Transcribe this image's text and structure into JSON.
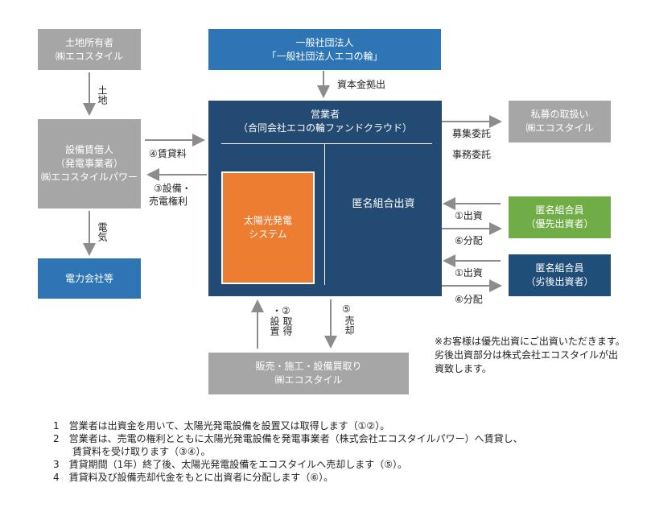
{
  "landowner": {
    "line1": "土地所有者",
    "line2": "㈱エコスタイル"
  },
  "association": {
    "line1": "一般社団法人",
    "line2": "「一般社団法人エコの輪」"
  },
  "lessee": {
    "line1": "設備賃借人",
    "line2": "（発電事業者）",
    "line3": "㈱エコスタイルパワー"
  },
  "power_company": {
    "label": "電力会社等"
  },
  "operator": {
    "title": "営業者",
    "subtitle": "（合同会社エコの輪ファンドクラウド）",
    "anonymous": "匿名組合出資"
  },
  "solar": {
    "line1": "太陽光発電",
    "line2": "システム"
  },
  "private": {
    "line1": "私募の取扱い",
    "line2": "㈱エコスタイル"
  },
  "member_priority": {
    "line1": "匿名組合員",
    "line2": "（優先出資者）"
  },
  "member_subordinate": {
    "line1": "匿名組合員",
    "line2": "（劣後出資者）"
  },
  "sales": {
    "line1": "販売・施工・設備買取り",
    "line2": "㈱エコスタイル"
  },
  "labels": {
    "land": "土地",
    "capital": "資本金拠出",
    "rent": "④賃貸料",
    "equipment_line1": "③設備・",
    "equipment_line2": "売電権利",
    "electricity": "電気",
    "solicit": "募集委託",
    "admin": "事務委託",
    "invest1": "①出資",
    "dist1": "⑥分配",
    "invest2": "①出資",
    "dist2": "⑥分配",
    "acquire_top": "・②",
    "acquire_col1": "取得",
    "acquire_col2": "設置",
    "sell_num": "⑤",
    "sell_text": "売却"
  },
  "side_note": {
    "line1": "※お客様は優先出資にご出資いただきます。",
    "line2": "劣後出資部分は株式会社エコスタイルが出",
    "line3": "資致します。"
  },
  "notes": [
    "1　営業者は出資金を用いて、太陽光発電設備を設置又は取得します（①②）。",
    "2　営業者は、売電の権利とともに太陽光発電設備を発電事業者（株式会社エコスタイルパワー）へ賃貸し、",
    "　　賃貸料を受け取ります（③④）。",
    "3　賃貸期間（1年）終了後、太陽光発電設備をエコスタイルへ売却します（⑤）。",
    "4　賃貸料及び設備売却代金をもとに出資者に分配します（⑥）。"
  ]
}
